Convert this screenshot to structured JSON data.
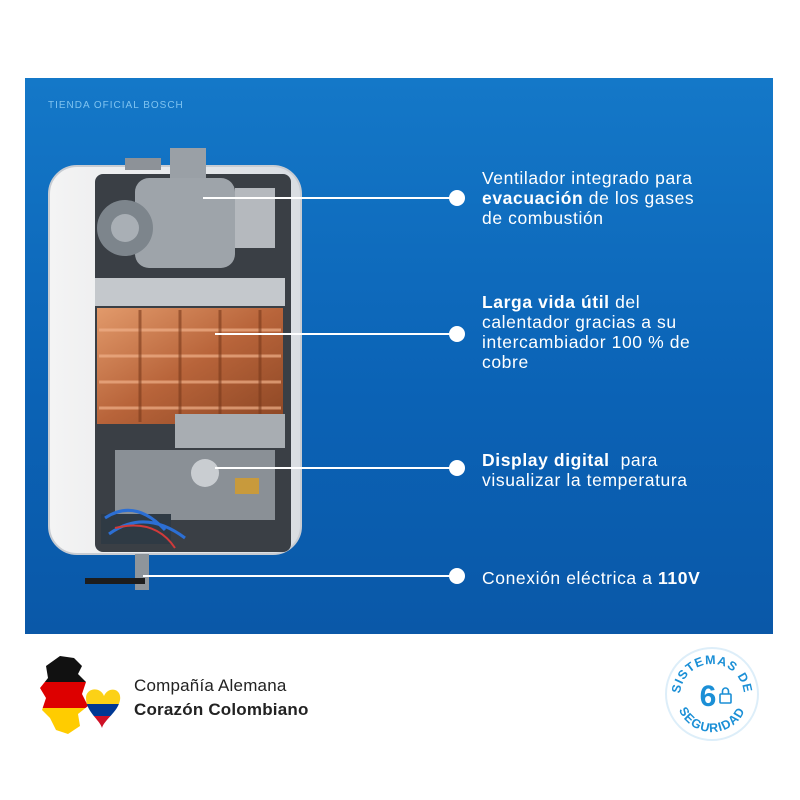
{
  "banner": {
    "store_label": "TIENDA OFICIAL BOSCH"
  },
  "features": [
    {
      "line1": "Ventilador integrado para",
      "bold": "evacuación",
      "after_bold": " de los gases",
      "line3": "de combustión"
    },
    {
      "bold": "Larga vida útil",
      "after_bold": " del",
      "line2": "calentador gracias a su",
      "line3": "intercambiador 100 % de",
      "line4": "cobre"
    },
    {
      "bold": "Display digital",
      "after_bold": "  para",
      "line2": "visualizar la temperatura"
    },
    {
      "text": "Conexión eléctrica a ",
      "bold": "110V"
    }
  ],
  "footer": {
    "line1": "Compañía Alemana",
    "line2": "Corazón Colombiano",
    "badge_top": "SISTEMAS DE",
    "badge_number": "6",
    "badge_bottom": "SEGURIDAD"
  },
  "colors": {
    "banner_blue": "#0b63b6",
    "badge_blue": "#1b8fd6",
    "copper": "#c8744a"
  }
}
